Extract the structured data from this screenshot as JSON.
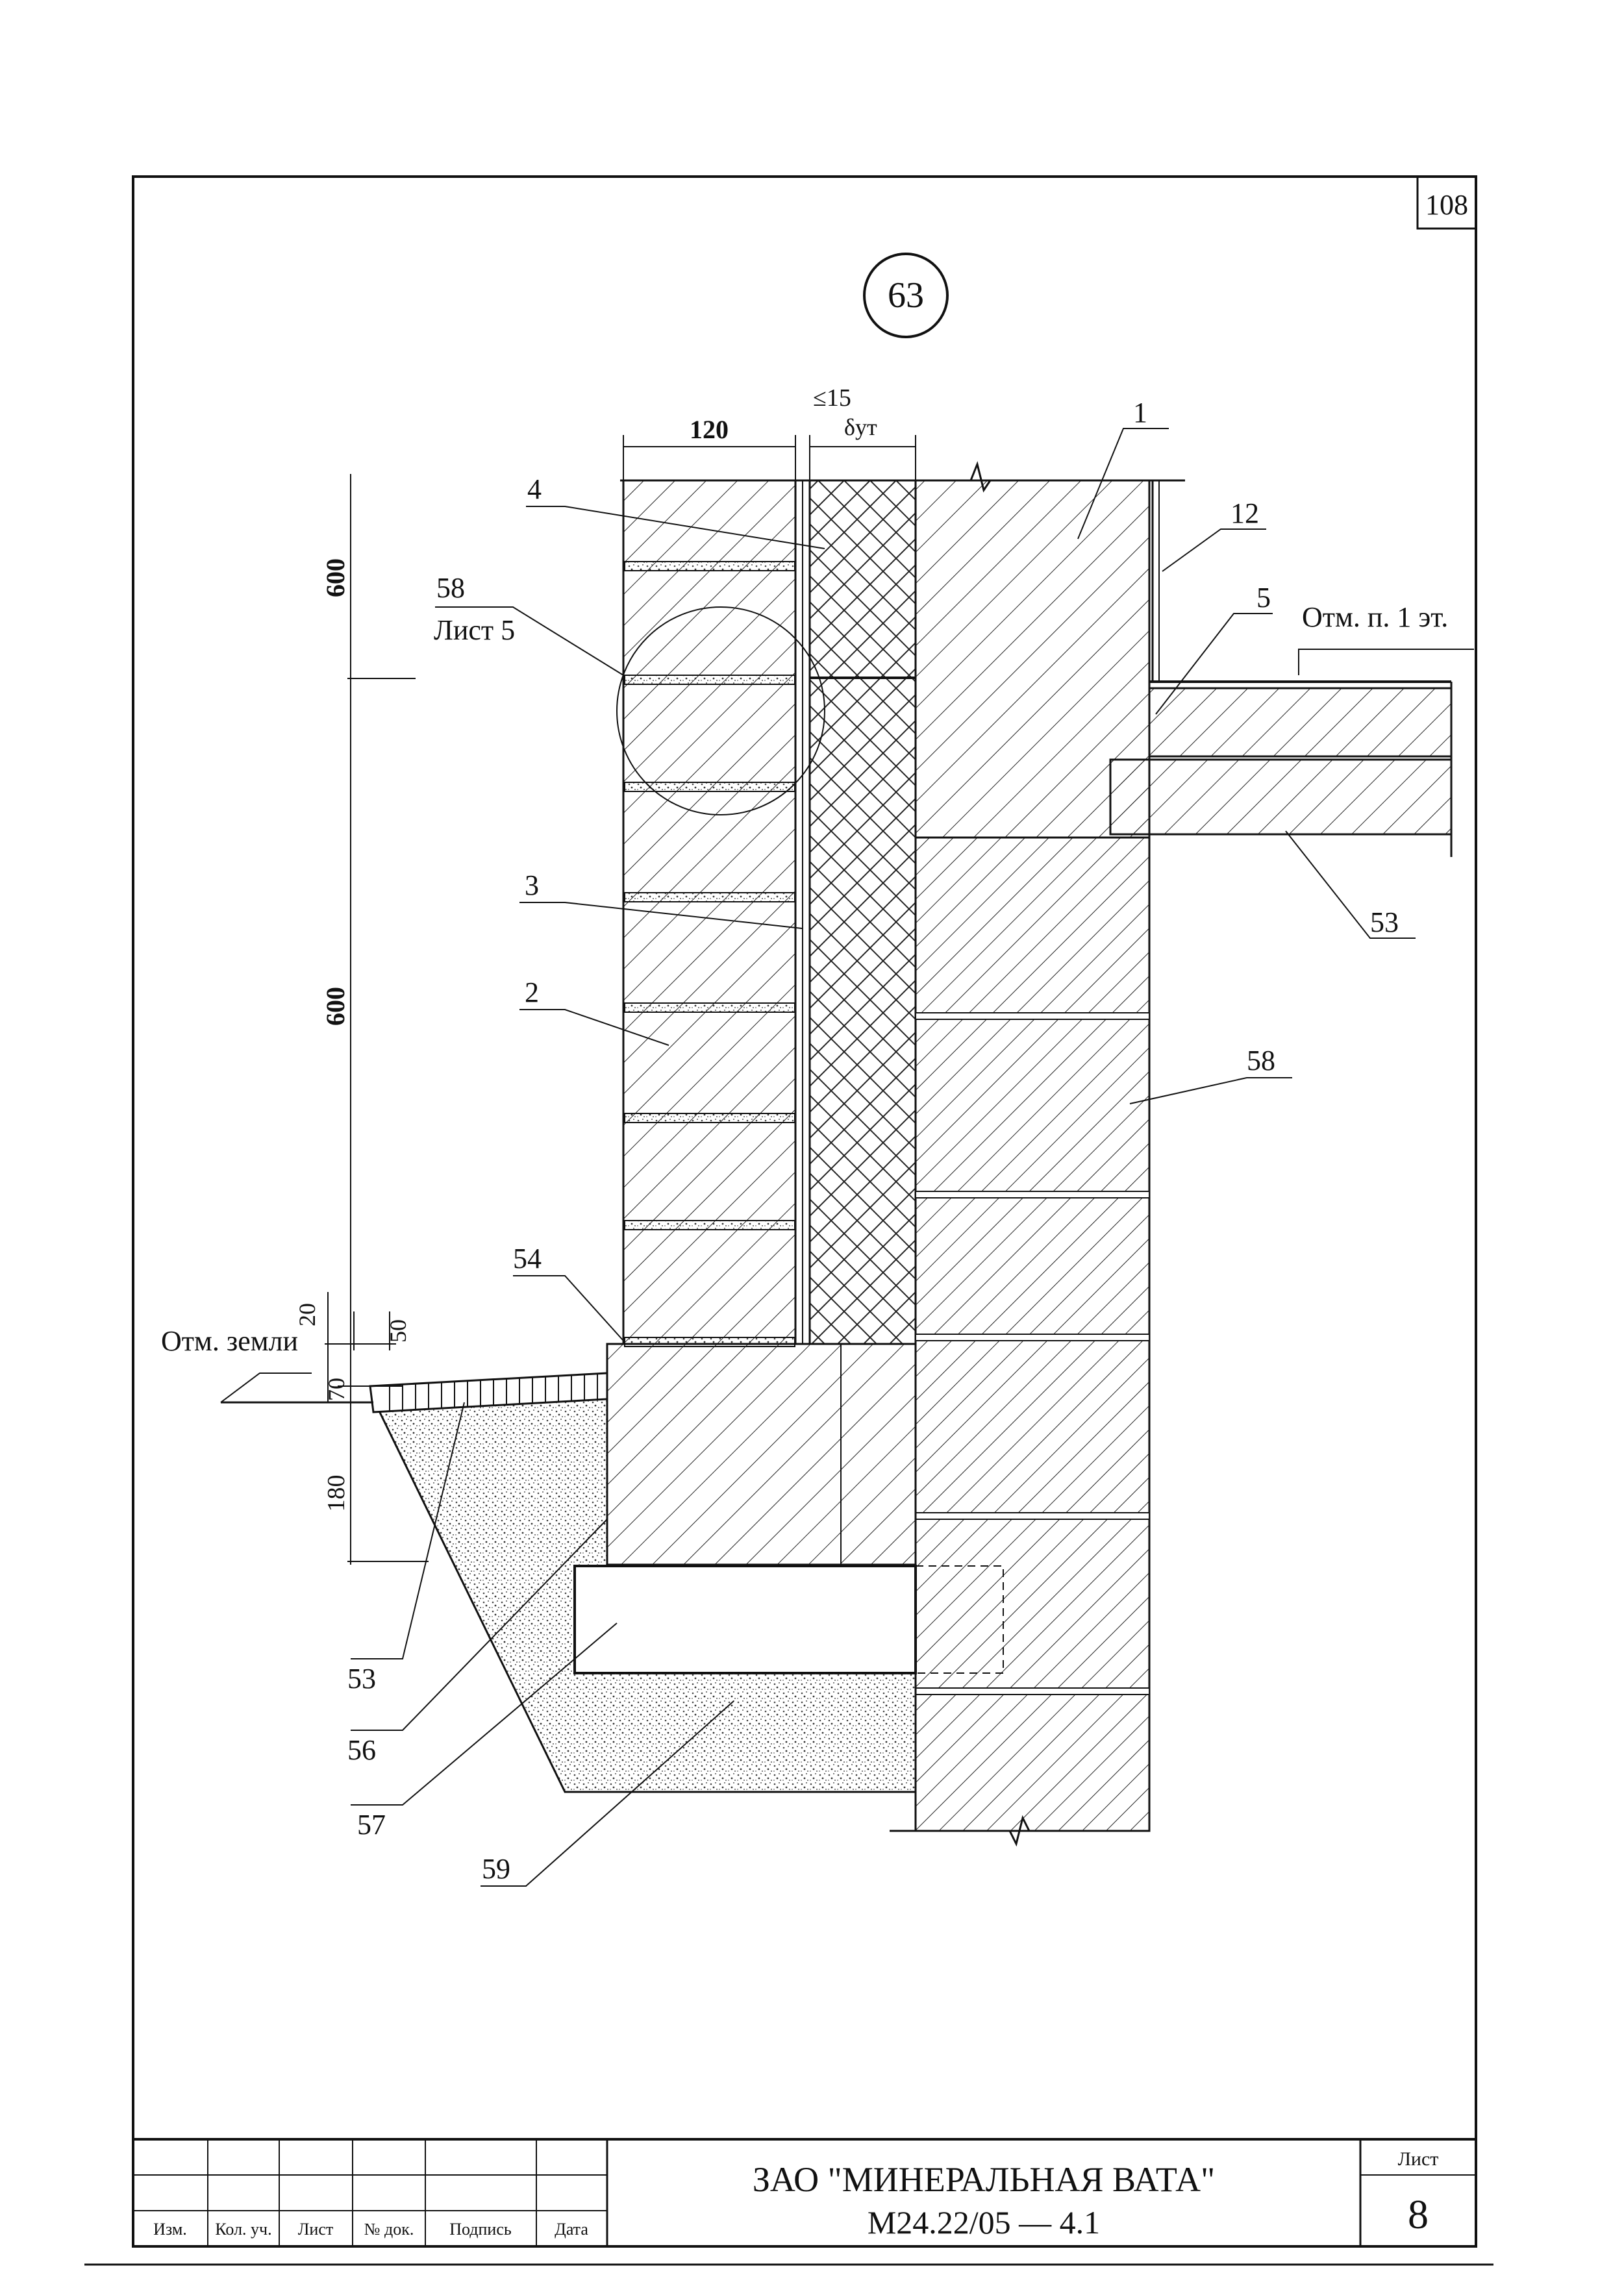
{
  "sheet_corner_number": "108",
  "detail_number": "63",
  "dimensions": {
    "brick_width": "120",
    "gap": "≤15",
    "insulation": "δут",
    "height_upper": "600",
    "height_lower": "600",
    "d20": "20",
    "d50": "50",
    "d70": "70",
    "d180": "180"
  },
  "labels": {
    "elev_floor": "Отм. п. 1 эт.",
    "elev_ground": "Отм. земли",
    "ref_node": "58",
    "ref_sheet": "Лист 5",
    "l1": "1",
    "l2": "2",
    "l3": "3",
    "l4": "4",
    "l5": "5",
    "l12": "12",
    "l53a": "53",
    "l53b": "53",
    "l54": "54",
    "l56": "56",
    "l57": "57",
    "l58": "58",
    "l59": "59"
  },
  "title_block": {
    "columns": [
      "Изм.",
      "Кол. уч.",
      "Лист",
      "№ док.",
      "Подпись",
      "Дата"
    ],
    "company": "ЗАО \"МИНЕРАЛЬНАЯ ВАТА\"",
    "doc_code": "М24.22/05  —  4.1",
    "sheet_label": "Лист",
    "sheet_number": "8"
  }
}
